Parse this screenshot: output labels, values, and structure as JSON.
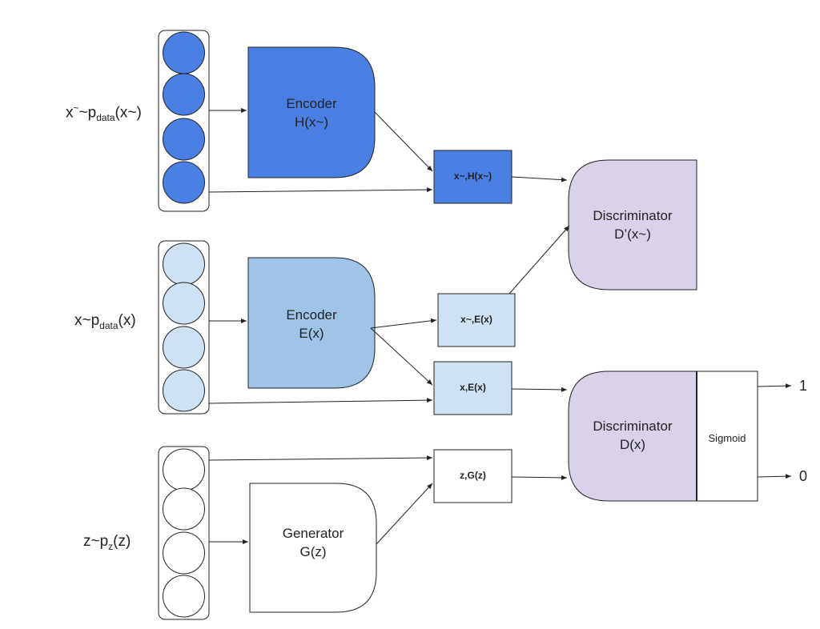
{
  "inputs": {
    "x_tilde": {
      "pre": "x",
      "sup": "~",
      "mid": "~p",
      "sub": "data",
      "post": "(x~)"
    },
    "x": {
      "pre": "x~p",
      "sub": "data",
      "post": "(x)"
    },
    "z": {
      "pre": "z~p",
      "sub": "z",
      "post": "(z)"
    }
  },
  "blocks": {
    "encoder_h": {
      "line1": "Encoder",
      "line2": "H(x~)"
    },
    "encoder_e": {
      "line1": "Encoder",
      "line2": "E(x)"
    },
    "generator": {
      "line1": "Generator",
      "line2": "G(z)"
    },
    "disc_prime": {
      "line1": "Discriminator",
      "line2": "D’(x~)"
    },
    "disc": {
      "line1": "Discriminator",
      "line2": "D(x)"
    },
    "sigmoid": {
      "label": "Sigmoid"
    }
  },
  "pairs": {
    "xt_h": "x~,H(x~)",
    "xt_e": "x~,E(x)",
    "x_e": "x,E(x)",
    "z_g": "z,G(z)"
  },
  "outputs": {
    "one": "1",
    "zero": "0"
  },
  "colors": {
    "dark_blue": "#4a80e4",
    "medium_blue": "#9fc4e8",
    "light_blue": "#cfe2f3",
    "lavender": "#d9d2e9",
    "white": "#ffffff",
    "stroke": "#222222"
  }
}
